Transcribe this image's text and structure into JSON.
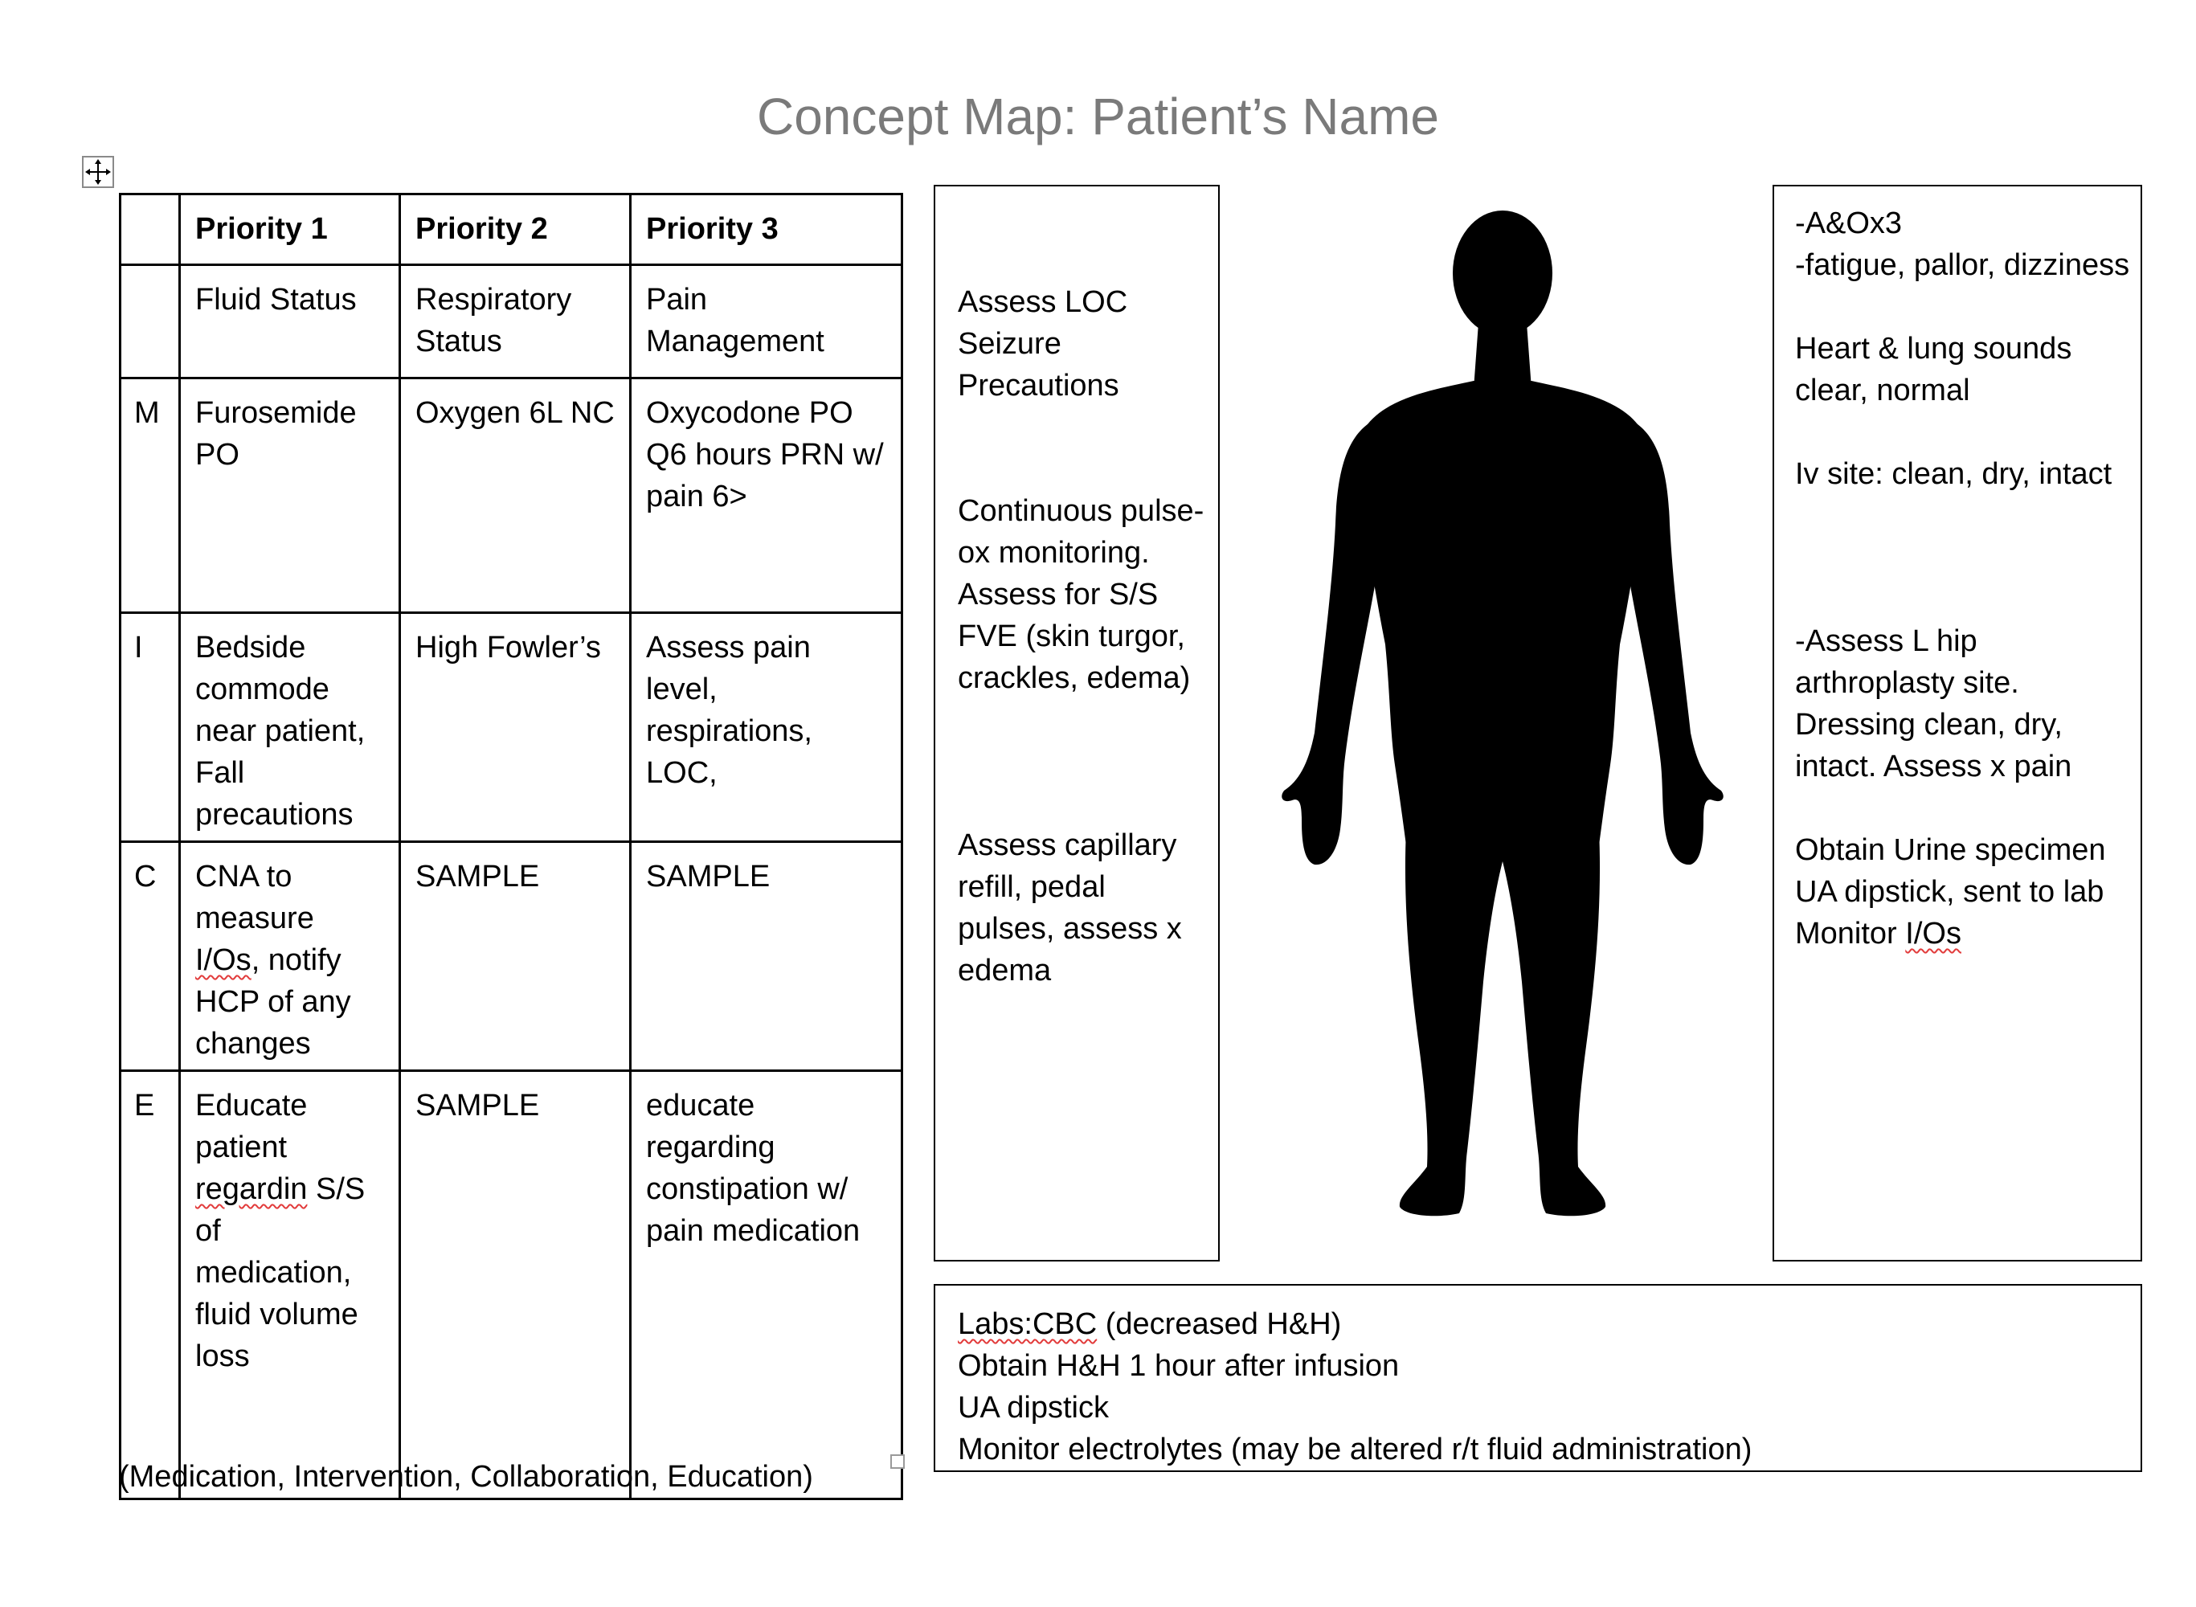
{
  "title": "Concept Map: Patient’s Name",
  "table": {
    "headers": [
      "",
      "Priority 1",
      "Priority 2",
      "Priority 3"
    ],
    "focus_row": [
      "",
      "Fluid Status",
      "Respiratory Status",
      "Pain Management"
    ],
    "rows": [
      {
        "label": "M",
        "cells": [
          "Furosemide PO",
          "Oxygen 6L NC",
          "Oxycodone PO Q6 hours PRN w/ pain 6>"
        ]
      },
      {
        "label": "I",
        "cells": [
          "Bedside commode near patient, Fall precautions",
          "High Fowler’s",
          "Assess pain level, respirations, LOC,"
        ]
      },
      {
        "label": "C",
        "cells": [
          "CNA to measure I/Os, notify HCP of any changes",
          "SAMPLE",
          "SAMPLE"
        ]
      },
      {
        "label": "E",
        "cells": [
          "Educate patient regardin S/S of medication, fluid volume loss",
          "SAMPLE",
          "educate regarding constipation w/ pain medication"
        ]
      }
    ],
    "caption": "(Medication, Intervention, Collaboration, Education)"
  },
  "left_box": {
    "group1": [
      "Assess LOC",
      "Seizure Precautions"
    ],
    "group2": [
      "Continuous pulse-ox monitoring.",
      "Assess for S/S FVE (skin turgor, crackles, edema)"
    ],
    "group3": [
      "Assess capillary refill, pedal pulses, assess x edema"
    ]
  },
  "right_box": {
    "group1": [
      "-A&Ox3",
      "-fatigue, pallor, dizziness"
    ],
    "group2": [
      "Heart & lung sounds clear, normal"
    ],
    "group3": [
      "Iv site: clean, dry, intact"
    ],
    "group4": [
      "-Assess L hip arthroplasty site. Dressing clean, dry, intact. Assess x pain"
    ],
    "group5_line1": "Obtain Urine specimen",
    "group5_line2": "UA dipstick, sent to lab",
    "group5_line3_prefix": "Monitor ",
    "group5_line3_word": "I/Os"
  },
  "labs_box": {
    "line1_word": "Labs:CBC",
    "line1_rest": " (decreased H&H)",
    "line2": "Obtain H&H 1 hour after infusion",
    "line3": "UA dipstick",
    "line4": "Monitor electrolytes (may be altered r/t fluid administration)"
  },
  "icons": {
    "move_handle": "move-arrows-icon",
    "resize_handle": "resize-square-icon",
    "figure": "human-silhouette-icon"
  },
  "colors": {
    "title": "#7a7a7a",
    "spellcheck": "#e23b3b",
    "silhouette": "#000000"
  }
}
